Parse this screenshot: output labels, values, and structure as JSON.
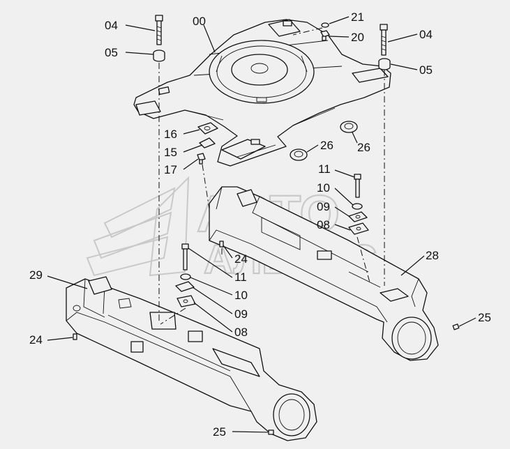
{
  "watermark": {
    "line1": "АВТО",
    "line2": "АЛЬЯНС"
  },
  "labels": {
    "upper_frame": "00",
    "bolt_left": "04",
    "bolt_right": "04",
    "washer_left": "05",
    "washer_right": "05",
    "part_21": "21",
    "part_20": "20",
    "part_16": "16",
    "part_15": "15",
    "part_17": "17",
    "pad_left": "26",
    "pad_right": "26",
    "bolt_11_top": "11",
    "plate_10_top": "10",
    "plate_09_top": "09",
    "plate_08_top": "08",
    "pin_24_mid": "24",
    "bolt_11_bot": "11",
    "plate_10_bot": "10",
    "plate_09_bot": "09",
    "plate_08_bot": "08",
    "right_side_frame": "28",
    "left_side_frame": "29",
    "pin_24_left": "24",
    "plug_25_right": "25",
    "plug_25_bottom": "25"
  }
}
